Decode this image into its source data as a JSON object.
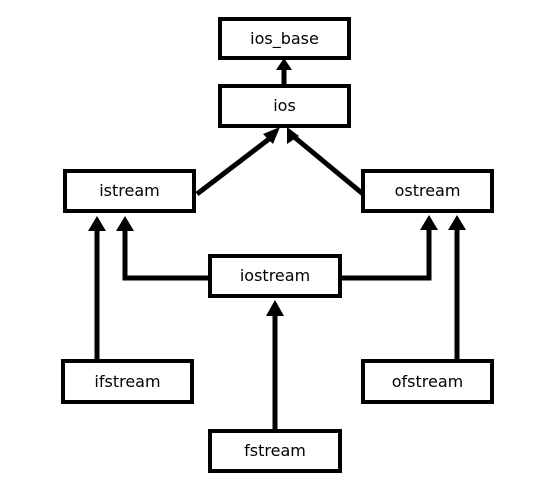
{
  "diagram": {
    "type": "class-hierarchy",
    "nodes": {
      "ios_base": "ios_base",
      "ios": "ios",
      "istream": "istream",
      "ostream": "ostream",
      "iostream": "iostream",
      "ifstream": "ifstream",
      "ofstream": "ofstream",
      "fstream": "fstream"
    },
    "edges": [
      {
        "from": "ios",
        "to": "ios_base"
      },
      {
        "from": "istream",
        "to": "ios"
      },
      {
        "from": "ostream",
        "to": "ios"
      },
      {
        "from": "iostream",
        "to": "istream"
      },
      {
        "from": "iostream",
        "to": "ostream"
      },
      {
        "from": "ifstream",
        "to": "istream"
      },
      {
        "from": "ofstream",
        "to": "ostream"
      },
      {
        "from": "fstream",
        "to": "iostream"
      }
    ],
    "colors": {
      "stroke": "#000000",
      "fill": "#ffffff"
    }
  }
}
